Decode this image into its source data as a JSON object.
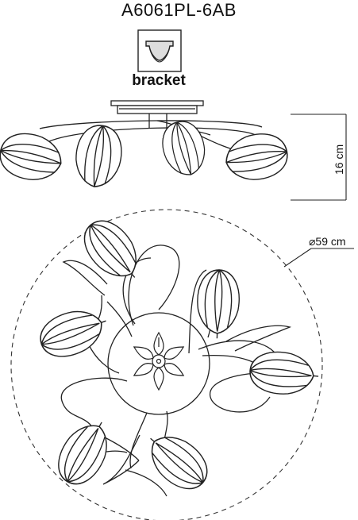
{
  "header": {
    "model": "A6061PL-6AB"
  },
  "bracket": {
    "label": "bracket",
    "icon": "bracket-icon"
  },
  "dimensions": {
    "height": "16 cm",
    "diameter": "⌀59 cm"
  },
  "views": {
    "side": "side-view-drawing",
    "top": "top-view-drawing"
  }
}
